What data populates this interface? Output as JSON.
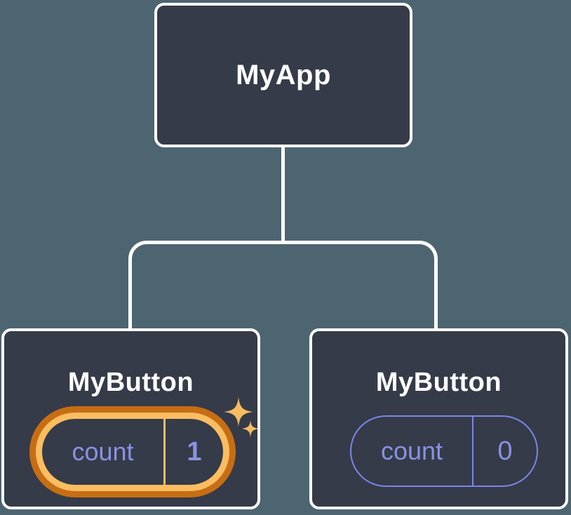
{
  "diagram": {
    "root": {
      "label": "MyApp"
    },
    "children": [
      {
        "label": "MyButton",
        "state": {
          "name": "count",
          "value": "1"
        },
        "highlighted": true
      },
      {
        "label": "MyButton",
        "state": {
          "name": "count",
          "value": "0"
        },
        "highlighted": false
      }
    ],
    "icons": {
      "sparkles": "sparkles-icon"
    },
    "colors": {
      "background": "#4D6571",
      "node_fill": "#353B48",
      "node_border": "#FFFFFF",
      "connector": "#FFFFFF",
      "state_text": "#8A92E3",
      "highlight_ring_outer": "#C76E14",
      "highlight_ring_inner": "#FABD62",
      "plain_pill_stroke": "#7C86E8",
      "sparkle": "#F7BC62"
    }
  }
}
